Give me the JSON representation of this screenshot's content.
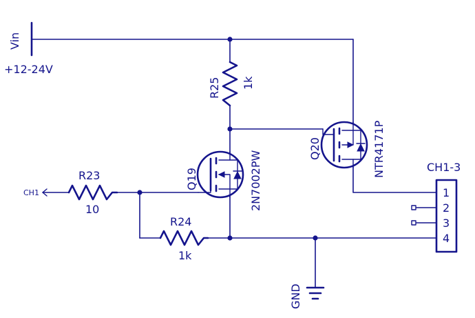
{
  "supply": {
    "net": "Vin",
    "range": "+12-24V"
  },
  "r25": {
    "ref": "R25",
    "value": "1k"
  },
  "r23": {
    "ref": "R23",
    "value": "10"
  },
  "r24": {
    "ref": "R24",
    "value": "1k"
  },
  "q19": {
    "ref": "Q19",
    "part": "2N7002PW"
  },
  "q20": {
    "ref": "Q20",
    "part": "NTR4171P"
  },
  "input": {
    "net": "CH1"
  },
  "connector": {
    "ref": "CH1-3",
    "pins": [
      "1",
      "2",
      "3",
      "4"
    ]
  },
  "ground": {
    "net": "GND"
  },
  "colors": {
    "ink": "#14148c",
    "background": "#ffffff"
  }
}
